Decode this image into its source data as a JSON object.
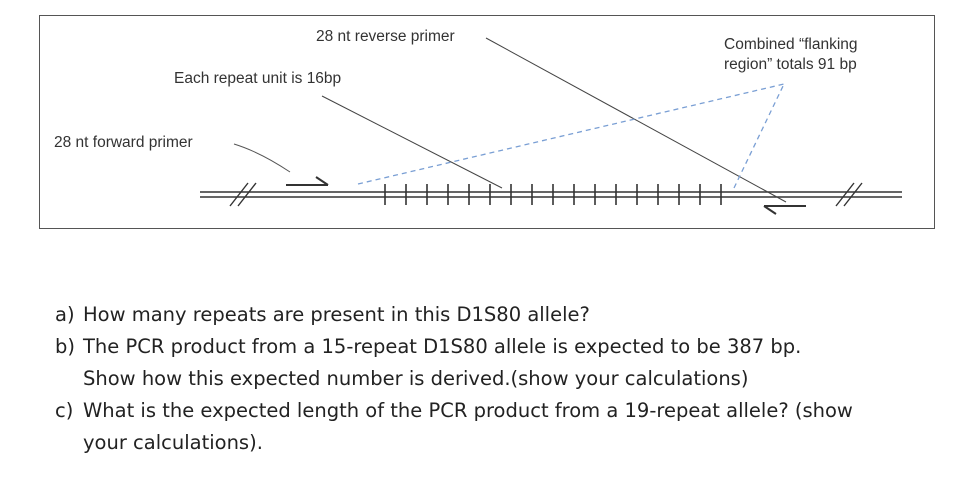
{
  "figure": {
    "labels": {
      "reverse_primer": "28 nt reverse primer",
      "repeat_unit": "Each repeat unit is 16bp",
      "forward_primer": "28 nt forward primer",
      "flanking_line1": "Combined “flanking",
      "flanking_line2": "region” totals 91 bp"
    },
    "repeat_tick_count": 17,
    "colors": {
      "dna": "#333333",
      "dashed": "#7a9fd4",
      "border": "#555555"
    }
  },
  "questions": [
    {
      "label": "a)",
      "text": "How many repeats are present in this D1S80 allele?"
    },
    {
      "label": "b)",
      "text_line1": "The PCR product from a 15-repeat D1S80 allele is expected to be 387 bp.",
      "text_line2": "Show how this expected number is derived.(show your calculations)"
    },
    {
      "label": "c)",
      "text_line1": "What is the expected length of the PCR product from a 19-repeat allele? (show",
      "text_line2": "your calculations)."
    }
  ]
}
